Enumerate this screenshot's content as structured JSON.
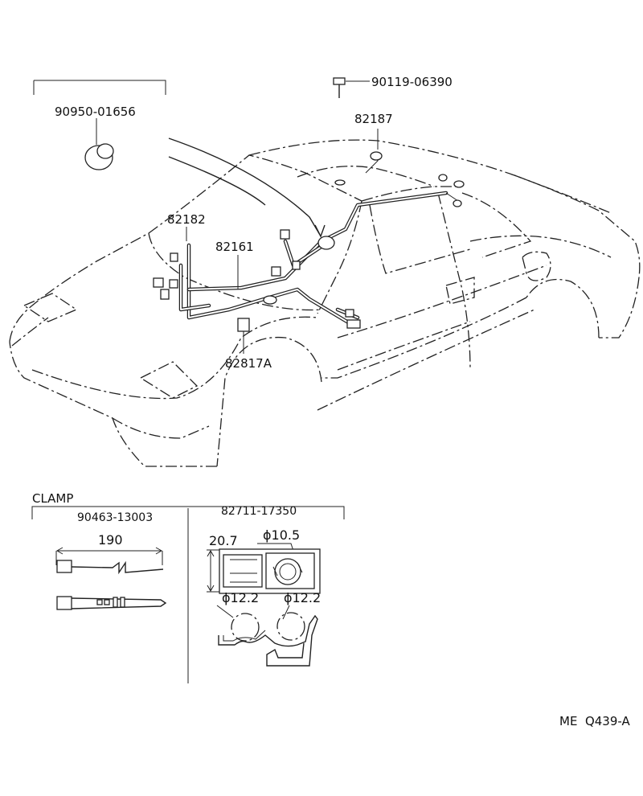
{
  "diagram": {
    "part_labels": {
      "grommet": "90950-01656",
      "bolt": "90119-06390",
      "clip_82187": "82187",
      "harness_82182": "82182",
      "harness_82161": "82161",
      "harness_82817a": "82817A"
    },
    "clamp_section": {
      "title": "CLAMP",
      "tie_band": {
        "part_number": "90463-13003",
        "length": "190"
      },
      "harness_clamp": {
        "part_number": "82711-17350",
        "height": "20.7",
        "hole_diameter": "ϕ10.5",
        "bundle_left": "ϕ12.2",
        "bundle_right": "ϕ12.2"
      }
    },
    "figure_code": "ME  Q439-A"
  }
}
